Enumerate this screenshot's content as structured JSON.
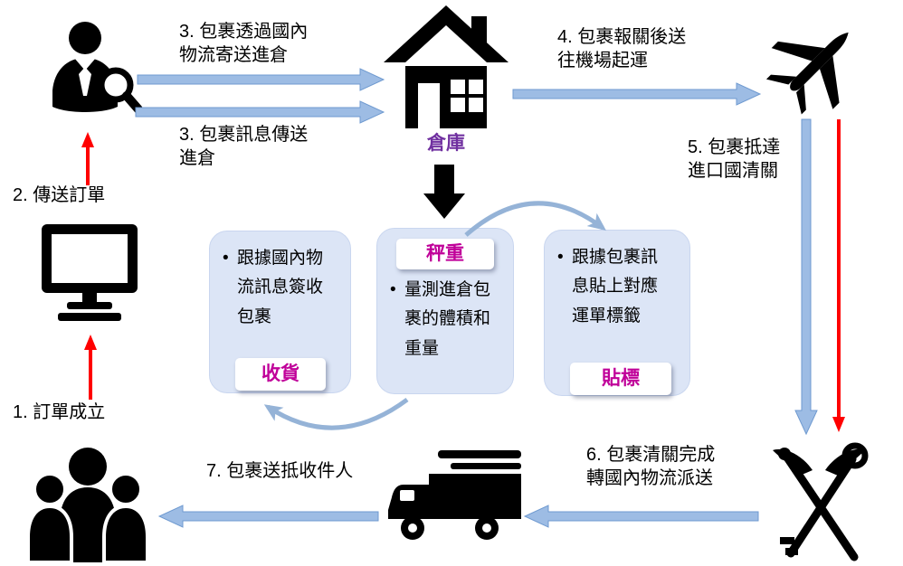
{
  "labels": {
    "step1": "1. 訂單成立",
    "step2": "2. 傳送訂單",
    "step3_package": "3. 包裹透過國內\n物流寄送進倉",
    "step3_info": "3. 包裹訊息傳送\n進倉",
    "step4": "4. 包裹報關後送\n往機場起運",
    "step5": "5. 包裹抵達\n進口國清關",
    "step6": "6. 包裹清關完成\n轉國內物流派送",
    "step7": "7. 包裹送抵收件人",
    "warehouse": "倉庫"
  },
  "process_boxes": [
    {
      "tag": "收貨",
      "text": "跟據國內物\n流訊息簽收\n包裹"
    },
    {
      "tag": "秤重",
      "text": "量測進倉包\n裹的體積和\n重量"
    },
    {
      "tag": "貼標",
      "text": "跟據包裹訊\n息貼上對應\n運單標籤"
    }
  ],
  "icons": {
    "seller": "person-with-magnifier-icon",
    "computer": "computer-icon",
    "buyers": "people-group-icon",
    "warehouse": "warehouse-house-icon",
    "airplane": "airplane-icon",
    "customs": "customs-key-caduceus-icon",
    "truck": "delivery-truck-icon"
  },
  "colors": {
    "flow_arrow_blue": "#95B3D7",
    "flow_arrow_red": "#FF0000",
    "process_box_fill": "#DCE5F6",
    "tag_text": "#C00099",
    "warehouse_label": "#7030A0",
    "icon_black": "#000000"
  }
}
